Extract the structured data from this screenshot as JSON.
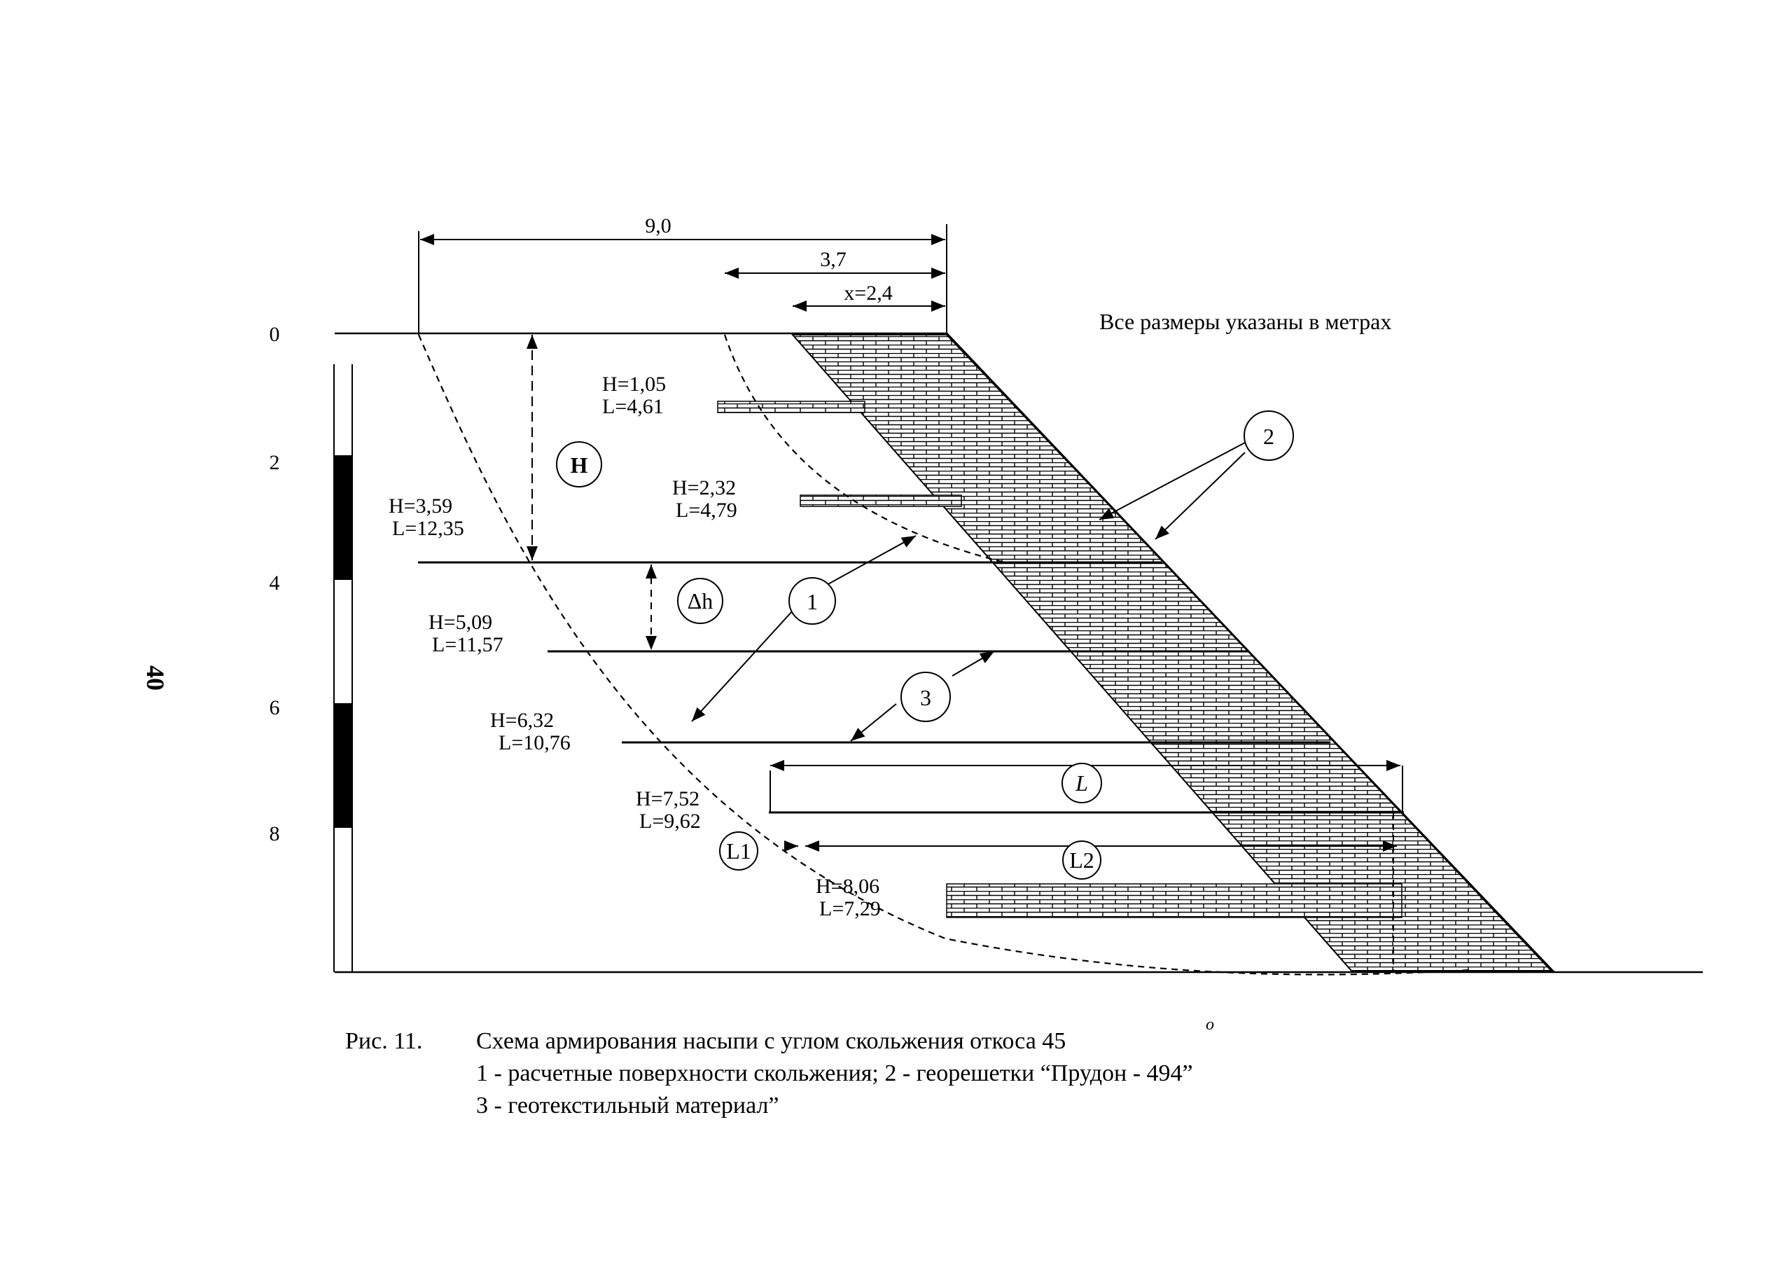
{
  "page_number": "40",
  "note": "Все размеры указаны в метрах",
  "dimensions": {
    "width_total": "9,0",
    "width_mid": "3,7",
    "width_x": "x=2,4"
  },
  "depth_axis": {
    "ticks": [
      "0",
      "2",
      "4",
      "6",
      "8"
    ]
  },
  "layers": [
    {
      "h": "H=1,05",
      "l": "L=4,61"
    },
    {
      "h": "H=2,32",
      "l": "L=4,79"
    },
    {
      "h": "H=3,59",
      "l": "L=12,35"
    },
    {
      "h": "H=5,09",
      "l": "L=11,57"
    },
    {
      "h": "H=6,32",
      "l": "L=10,76"
    },
    {
      "h": "H=7,52",
      "l": "L=9,62"
    },
    {
      "h": "H=8,06",
      "l": "L=7,29"
    }
  ],
  "markers": {
    "H": "H",
    "dh": "Δh",
    "one": "1",
    "two": "2",
    "three": "3",
    "L": "L",
    "L1": "L1",
    "L2": "L2"
  },
  "caption": {
    "fig": "Рис. 11.",
    "title": "Схема армирования насыпи с углом скольжения откоса 45",
    "degree": "o",
    "line1": "1 - расчетные поверхности скольжения; 2 - георешетки “Прудон - 494”",
    "line2": "3 - геотекстильный материал”"
  }
}
